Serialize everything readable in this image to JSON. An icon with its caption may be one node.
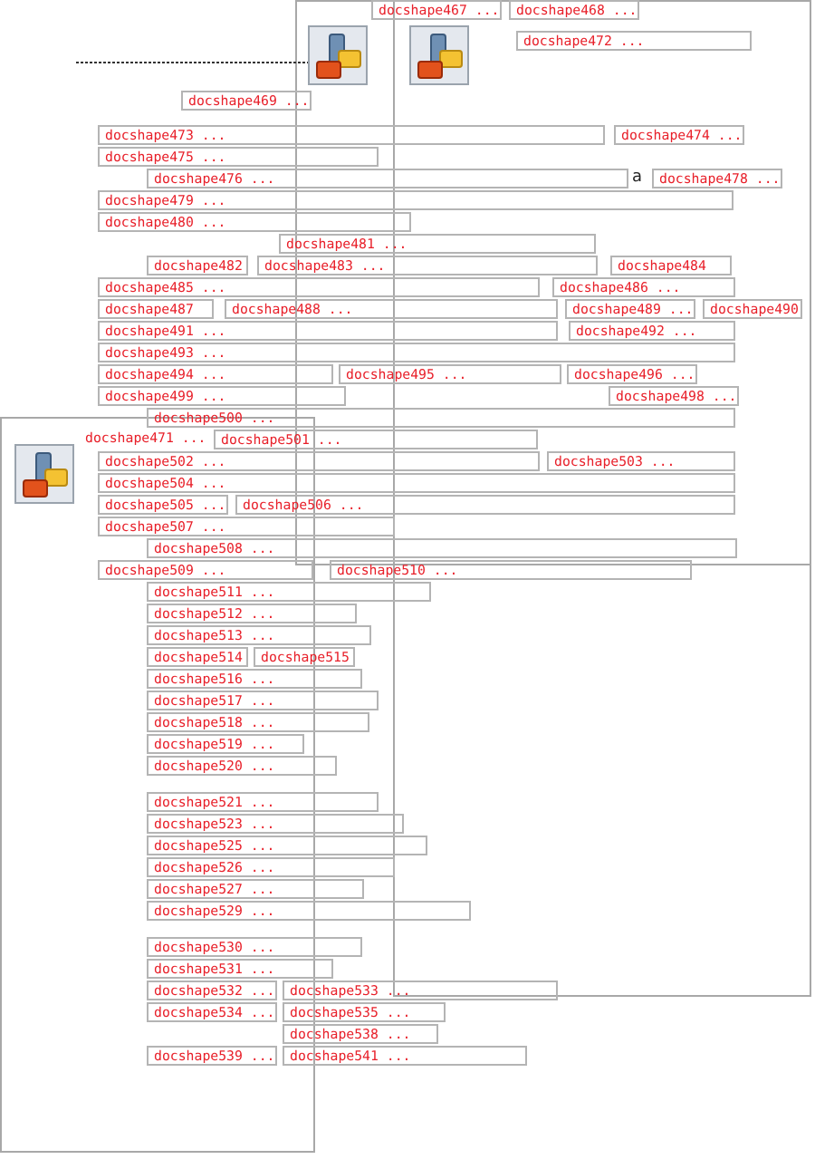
{
  "diagram": {
    "nodes": [
      {
        "text": [
          "docshape467 ..."
        ]
      },
      {
        "text": [
          "docshape468 ..."
        ]
      },
      {
        "text": [
          "docshape469 ..."
        ]
      },
      {
        "text": [
          "docshape472 ..."
        ]
      },
      {
        "text": [
          "docshape473 ..."
        ]
      },
      {
        "text": [
          "docshape474 ..."
        ]
      },
      {
        "text": [
          "docshape475 ..."
        ]
      },
      {
        "text": [
          "docshape476 ..."
        ]
      },
      {
        "text": [
          "docshape478 ..."
        ]
      },
      {
        "text": [
          "docshape479 ..."
        ]
      },
      {
        "text": [
          "docshape480 ..."
        ]
      },
      {
        "text": [
          "docshape481 ..."
        ]
      },
      {
        "text": [
          "docshape482"
        ]
      },
      {
        "text": [
          "docshape483 ..."
        ]
      },
      {
        "text": [
          "docshape484"
        ]
      },
      {
        "text": [
          "docshape485 ..."
        ]
      },
      {
        "text": [
          "docshape486 ..."
        ]
      },
      {
        "text": [
          "docshape487"
        ]
      },
      {
        "text": [
          "docshape488 ..."
        ]
      },
      {
        "text": [
          "docshape489 ..."
        ]
      },
      {
        "text": [
          "docshape490"
        ]
      },
      {
        "text": [
          "docshape491 ..."
        ]
      },
      {
        "text": [
          "docshape492 ..."
        ]
      },
      {
        "text": [
          "docshape493 ..."
        ]
      },
      {
        "text": [
          "docshape494 ..."
        ]
      },
      {
        "text": [
          "docshape495 ..."
        ]
      },
      {
        "text": [
          "docshape496 ..."
        ]
      },
      {
        "text": [
          "docshape498 ..."
        ]
      },
      {
        "text": [
          "docshape499 ..."
        ]
      },
      {
        "text": [
          "docshape500 ..."
        ]
      },
      {
        "text": [
          "docshape471 ..."
        ]
      },
      {
        "text": [
          "docshape501 ..."
        ]
      },
      {
        "text": [
          "docshape502 ..."
        ]
      },
      {
        "text": [
          "docshape503 ..."
        ]
      },
      {
        "text": [
          "docshape504 ..."
        ]
      },
      {
        "text": [
          "docshape505 ..."
        ]
      },
      {
        "text": [
          "docshape506 ..."
        ]
      },
      {
        "text": [
          "docshape507 ..."
        ]
      },
      {
        "text": [
          "docshape508 ..."
        ]
      },
      {
        "text": [
          "docshape509 ..."
        ]
      },
      {
        "text": [
          "docshape510 ..."
        ]
      },
      {
        "text": [
          "docshape511 ..."
        ]
      },
      {
        "text": [
          "docshape512 ..."
        ]
      },
      {
        "text": [
          "docshape513 ..."
        ]
      },
      {
        "text": [
          "docshape514"
        ]
      },
      {
        "text": [
          "docshape515"
        ]
      },
      {
        "text": [
          "docshape516 ..."
        ]
      },
      {
        "text": [
          "docshape517 ..."
        ]
      },
      {
        "text": [
          "docshape518 ..."
        ]
      },
      {
        "text": [
          "docshape519 ..."
        ]
      },
      {
        "text": [
          "docshape520 ..."
        ]
      },
      {
        "text": [
          "docshape521 ..."
        ]
      },
      {
        "text": [
          "docshape523 ..."
        ]
      },
      {
        "text": [
          "docshape525 ..."
        ]
      },
      {
        "text": [
          "docshape526 ..."
        ]
      },
      {
        "text": [
          "docshape527 ..."
        ]
      },
      {
        "text": [
          "docshape529 ..."
        ]
      },
      {
        "text": [
          "docshape530 ..."
        ]
      },
      {
        "text": [
          "docshape531 ..."
        ]
      },
      {
        "text": [
          "docshape532 ..."
        ]
      },
      {
        "text": [
          "docshape533 ..."
        ]
      },
      {
        "text": [
          "docshape534 ..."
        ]
      },
      {
        "text": [
          "docshape535 ..."
        ]
      },
      {
        "text": [
          "docshape538 ..."
        ]
      },
      {
        "text": [
          "docshape539 ..."
        ]
      },
      {
        "text": [
          "docshape541 ..."
        ]
      }
    ],
    "labels": [
      "a"
    ]
  }
}
